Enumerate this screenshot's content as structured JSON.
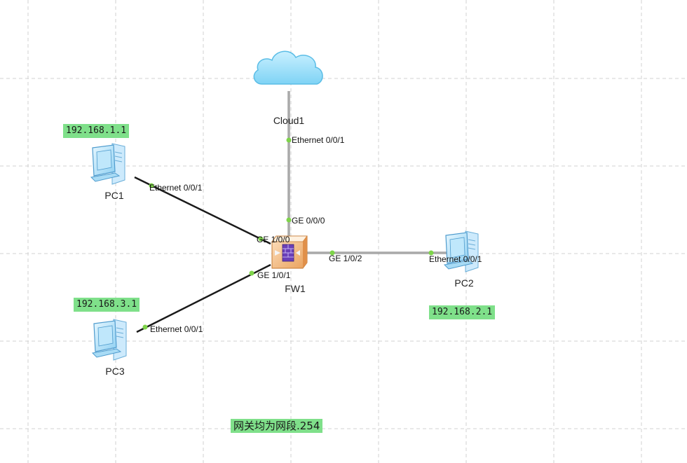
{
  "devices": {
    "cloud1": "Cloud1",
    "pc1": "PC1",
    "pc2": "PC2",
    "pc3": "PC3",
    "fw1": "FW1"
  },
  "ports": {
    "cloud_eth": "Ethernet 0/0/1",
    "fw_ge000": "GE 0/0/0",
    "fw_ge100": "GE 1/0/0",
    "fw_ge101": "GE 1/0/1",
    "fw_ge102": "GE 1/0/2",
    "pc1_eth": "Ethernet 0/0/1",
    "pc2_eth": "Ethernet 0/0/1",
    "pc3_eth": "Ethernet 0/0/1"
  },
  "notes": {
    "pc1_ip": "192.168.1.1",
    "pc2_ip": "192.168.2.1",
    "pc3_ip": "192.168.3.1",
    "gateway": "网关均为网段.254"
  },
  "colors": {
    "grid": "#d0d0d0",
    "link": "#1a1a1a",
    "endpoint": "#7ed44a",
    "note_bg": "#7fe08a"
  }
}
